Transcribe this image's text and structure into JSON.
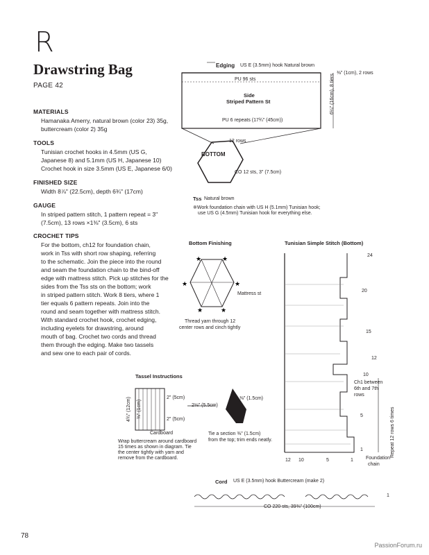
{
  "header": {
    "letter": "R",
    "title": "Drawstring Bag",
    "page_ref": "PAGE 42"
  },
  "materials": {
    "heading": "MATERIALS",
    "lines": [
      "Hamanaka Amerry, natural brown (color 23) 35g,",
      "buttercream (color 2) 35g"
    ]
  },
  "tools": {
    "heading": "TOOLS",
    "lines": [
      "Tunisian crochet hooks in 4.5mm (US G,",
      "Japanese 8) and 5.1mm (US H, Japanese 10)",
      "Crochet hook in size 3.5mm (US E, Japanese 6/0)"
    ]
  },
  "finished_size": {
    "heading": "FINISHED SIZE",
    "lines": [
      "Width 8⅞\" (22.5cm), depth 6¾\" (17cm)"
    ]
  },
  "gauge": {
    "heading": "GAUGE",
    "lines": [
      "In striped pattern stitch, 1 pattern repeat = 3\"",
      "(7.5cm), 13 rows ×1⅜\" (3.5cm), 6 sts"
    ]
  },
  "crochet_tips": {
    "heading": "CROCHET TIPS",
    "lines": [
      "For the bottom, ch12 for foundation chain,",
      "work in Tss with short row shaping, referring",
      "to the schematic. Join the piece into the round",
      "and seam the foundation chain to the bind-off",
      "edge with mattress stitch. Pick up stitches for the",
      "sides from the Tss sts on the bottom; work",
      "in striped pattern stitch. Work 8 tiers, where 1",
      "tier equals 6 pattern repeats. Join into the",
      "round and seam together with mattress stitch.",
      "With standard crochet hook, crochet edging,",
      "including eyelets for drawstring, around",
      "mouth of bag. Crochet two cords and thread",
      "them through the edging. Make two tassels",
      "and sew one to each pair of cords."
    ]
  },
  "schematic": {
    "edging_label": "Edging",
    "edging_hook": "US E (3.5mm) hook  Natural brown",
    "pu96": "PU 96 sts",
    "side1": "Side",
    "side2": "Striped Pattern St",
    "pu_repeats": "PU 6 repeats (17¾\" (45cm))",
    "right_top": "⅜\" (1cm), 2 rows",
    "right_side": "6¼\" (16cm), 8 tiers",
    "bottom": "BOTTOM",
    "rows12": "12 rows",
    "co12": "CO 12 sts, 3\" (7.5cm)",
    "tss": "Tss",
    "tss_yarn": "Natural brown",
    "note1": "※Work foundation chain with US H (5.1mm) Tunisian hook;",
    "note2": "use US G (4.5mm) Tunisian hook for everything else."
  },
  "bottom_finishing": {
    "title": "Bottom Finishing",
    "mattress": "Mattress st",
    "thread1": "Thread yarn through 12",
    "thread2": "center rows and cinch tightly"
  },
  "tunisian": {
    "title": "Tunisian Simple Stitch  (Bottom)",
    "ch1a": "Ch1 between",
    "ch1b": "6th and 7th",
    "ch1c": "rows",
    "repeat": "Repeat 12 rows 6 times",
    "foundation1": "Foundation",
    "foundation2": "chain",
    "n12": "12",
    "n10": "10",
    "n5": "5",
    "n1": "1",
    "rows": [
      "24",
      "20",
      "15",
      "12",
      "10",
      "5",
      "1"
    ]
  },
  "tassel": {
    "title": "Tassel Instructions",
    "c2a": "2\" (5cm)",
    "c2b": "2\" (5cm)",
    "h434": "4¾\" (12cm)",
    "h38": "⅜\" (1cm)",
    "cardboard": "Cardboard",
    "len218": "2⅛\" (5.5cm)",
    "c38": "⅜\" (1.5cm)",
    "wrap": [
      "Wrap buttercream around cardboard",
      "15 times as shown in diagram. Tie",
      "the center tightly with yarn and",
      "remove from the cardboard."
    ],
    "tie": [
      "Tie a section ⅜\" (1.5cm)",
      "from the top; trim ends neatly."
    ]
  },
  "cord": {
    "title": "Cord",
    "hook": "US E (3.5mm) hook   Buttercream (make 2)",
    "co": "CO 220 sts, 39⅜\" (100cm)",
    "row": "1"
  },
  "footer": {
    "page_number": "78",
    "watermark": "PassionForum.ru"
  }
}
